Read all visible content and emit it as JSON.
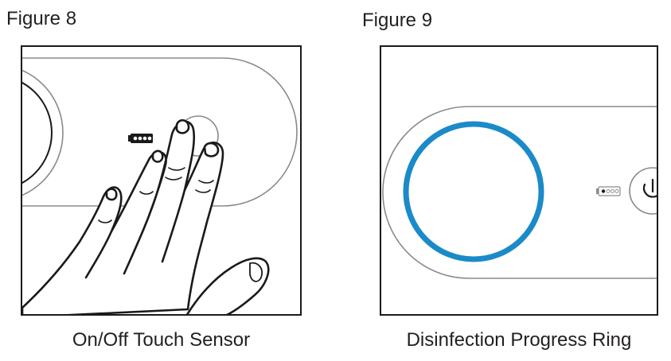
{
  "figures": [
    {
      "title": "Figure 8",
      "caption": "On/Off Touch Sensor",
      "illustration": "hand-touching-sensor"
    },
    {
      "title": "Figure 9",
      "caption": "Disinfection Progress Ring",
      "illustration": "progress-ring",
      "colors": {
        "progress_ring": "#1b8ac9"
      }
    }
  ]
}
